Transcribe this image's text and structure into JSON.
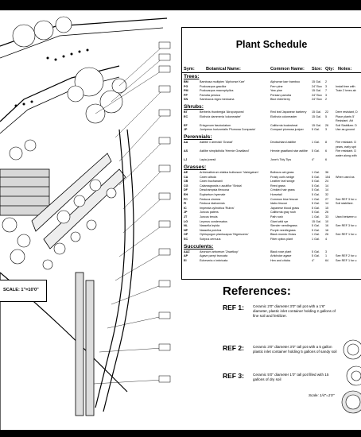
{
  "schedule": {
    "title": "Plant Schedule",
    "columns": {
      "sym": "Sym:",
      "botanical": "Botanical Name:",
      "common": "Common Name:",
      "size": "Size:",
      "qty": "Qty:",
      "notes": "Notes:"
    },
    "sections": [
      {
        "name": "Trees:",
        "rows": [
          {
            "sym": "BM",
            "bot": "Bambusa multiplex 'Alphonse Karr'",
            "com": "Alphonse karr bamboo",
            "size": "15 Gal.",
            "qty": "2",
            "notes": ""
          },
          {
            "sym": "PG",
            "bot": "Podocarpus gracilior",
            "com": "Fern pine",
            "size": "24\" Box",
            "qty": "3",
            "notes": "Install tree with"
          },
          {
            "sym": "PM",
            "bot": "Podocarpus macrophyllus",
            "com": "Yew pine",
            "size": "15 Gal.",
            "qty": "7",
            "notes": "Train 2 trees ab"
          },
          {
            "sym": "PP",
            "bot": "Parrotia persica",
            "com": "Persian parrotia",
            "size": "24\" Box",
            "qty": "3",
            "notes": ""
          },
          {
            "sym": "SN",
            "bot": "Sambucus nigra mexicana",
            "com": "Blue elderberry",
            "size": "24\" Box",
            "qty": "2",
            "notes": ""
          }
        ]
      },
      {
        "name": "Shrubs:",
        "rows": [
          {
            "sym": "BT",
            "bot": "Berberis thunbergia 'Atropurpurea'",
            "com": "Red leaf Japanese barberry",
            "size": "15 Gal.",
            "qty": "22",
            "notes": "Deer resistant, D"
          },
          {
            "sym": "EC",
            "bot": "Elothotz dammeria 'coloneaster'",
            "com": "Elothotz coloneaster",
            "size": "15 Gal.",
            "qty": "5",
            "notes": "Place plants 5'"
          },
          {
            "sym": "",
            "bot": "",
            "com": "",
            "size": "",
            "qty": "",
            "notes": "Resistant. Att"
          },
          {
            "sym": "EF",
            "bot": "Eriogonum fasciculatum",
            "com": "California buckwheat",
            "size": "15 Gal.",
            "qty": "26",
            "notes": "Soil Stabilizer. D"
          },
          {
            "sym": "JP",
            "bot": "Juniperus horizontalis 'Plumosa Compacta'",
            "com": "Compact plumosa juniper",
            "size": "5 Gal.",
            "qty": "3",
            "notes": "Use as ground"
          }
        ]
      },
      {
        "name": "Perennials:",
        "rows": [
          {
            "sym": "AA",
            "bot": "Astilbe x arendsii 'Granat'",
            "com": "Deutschland astilbe",
            "size": "1 Gal.",
            "qty": "8",
            "notes": "Fire resistant. D"
          },
          {
            "sym": "",
            "bot": "",
            "com": "",
            "size": "",
            "qty": "",
            "notes": "years, early spri"
          },
          {
            "sym": "AS",
            "bot": "Astilbe simplicifolia 'Hennie Graafland'",
            "com": "Hennie graafland star astilbe",
            "size": "5 Gal.",
            "qty": "6",
            "notes": "Fire resistant. D"
          },
          {
            "sym": "",
            "bot": "",
            "com": "",
            "size": "",
            "qty": "",
            "notes": "water along with"
          },
          {
            "sym": "LJ",
            "bot": "Layia jonesii",
            "com": "Jone's Tidy Tips",
            "size": "4\"",
            "qty": "6",
            "notes": ""
          }
        ]
      },
      {
        "name": "Grasses:",
        "rows": [
          {
            "sym": "AE",
            "bot": "Arrhenatherum elatius bulbosum 'Variegatum'",
            "com": "Bulbous oat grass",
            "size": "1 Gal.",
            "qty": "36",
            "notes": ""
          },
          {
            "sym": "CA",
            "bot": "Carex albula",
            "com": "Frosty curls sedge",
            "size": "5 Gal.",
            "qty": "154",
            "notes": "When used as"
          },
          {
            "sym": "CB",
            "bot": "Carex buchananii",
            "com": "Leather leaf sedge",
            "size": "5 Gal.",
            "qty": "24",
            "notes": ""
          },
          {
            "sym": "CG",
            "bot": "Calamagrostis x acutiflor 'Stricta'",
            "com": "Reed grass",
            "size": "5 Gal.",
            "qty": "14",
            "notes": ""
          },
          {
            "sym": "DF",
            "bot": "Deschampsia flexuosa",
            "com": "Crinkled hair grass",
            "size": "5 Gal.",
            "qty": "14",
            "notes": ""
          },
          {
            "sym": "EH",
            "bot": "Equisetum hyemale",
            "com": "Horsetail",
            "size": "5 Gal.",
            "qty": "32",
            "notes": ""
          },
          {
            "sym": "FC",
            "bot": "Festuca cinerea",
            "com": "Common blue fescue",
            "size": "1 Gal.",
            "qty": "27",
            "notes": "See REF 3 for u"
          },
          {
            "sym": "FI",
            "bot": "Festuca idahoensis",
            "com": "Idaho fescue",
            "size": "5 Gal.",
            "qty": "14",
            "notes": "Soil stabilizer."
          },
          {
            "sym": "IC",
            "bot": "Imperata cylindrica 'Rubra'",
            "com": "Japanese blood grass",
            "size": "5 Gal.",
            "qty": "15",
            "notes": ""
          },
          {
            "sym": "JP",
            "bot": "Juncus patens",
            "com": "California gray rush",
            "size": "5 Gal.",
            "qty": "26",
            "notes": ""
          },
          {
            "sym": "JT",
            "bot": "Juncus tenuis",
            "com": "Path rush",
            "size": "1 Gal.",
            "qty": "33",
            "notes": "Used between c"
          },
          {
            "sym": "LG",
            "bot": "Leymus condensatus",
            "com": "Giant wild rye",
            "size": "15 Gal.",
            "qty": "10",
            "notes": ""
          },
          {
            "sym": "NL",
            "bot": "Nassella lepida",
            "com": "Slender needlegrass",
            "size": "5 Gal.",
            "qty": "16",
            "notes": "See REF 3 for u"
          },
          {
            "sym": "NP",
            "bot": "Nassella pulchra",
            "com": "Purple needlegrass",
            "size": "5 Gal.",
            "qty": "16",
            "notes": ""
          },
          {
            "sym": "OP",
            "bot": "Ophiopogon planiscapus 'Nigrescens'",
            "com": "Black mondo Grass",
            "size": "1 Gal.",
            "qty": "26",
            "notes": "See REF 1 for u"
          },
          {
            "sym": "SC",
            "bot": "Scirpus cernuus",
            "com": "Fiber optics plant",
            "size": "1 Gal.",
            "qty": "4",
            "notes": ""
          }
        ]
      },
      {
        "name": "Succulents:",
        "rows": [
          {
            "sym": "AAZ",
            "bot": "Aeonium arboreum 'Zwartkop'",
            "com": "Black rose plant",
            "size": "5 Gal.",
            "qty": "3",
            "notes": ""
          },
          {
            "sym": "AP",
            "bot": "Agave parryi truncata",
            "com": "Artichoke agave",
            "size": "5 Gal.",
            "qty": "1",
            "notes": "See REF 2 for u"
          },
          {
            "sym": "EI",
            "bot": "Echeveria x imbricata",
            "com": "Hen and chicks",
            "size": "4\"",
            "qty": "64",
            "notes": "See REF 1 for u"
          }
        ]
      }
    ]
  },
  "references": {
    "title": "References:",
    "items": [
      {
        "label": "REF 1:",
        "text": "Ceramic 2'0\" diameter 3'0\" tall pot with a 1'6\" diameter, plastic inlet container holding 2 gallons of fine soil and fertilizer."
      },
      {
        "label": "REF 2:",
        "text": "Ceramic 3'0\" diameter 3'0\" tall pot with a 5 gallon plastic inlet container holding 5 gallons of sandy soil"
      },
      {
        "label": "REF 3:",
        "text": "Ceramic 5'0\" diameter 1'0\" tall pot filled with 15 gallons of dry soil"
      }
    ]
  },
  "plan": {
    "scale_label": "SCALE: 1\"=10'0\""
  },
  "detail": {
    "scale_label": "Scale: 1/4\"=1'0\""
  }
}
